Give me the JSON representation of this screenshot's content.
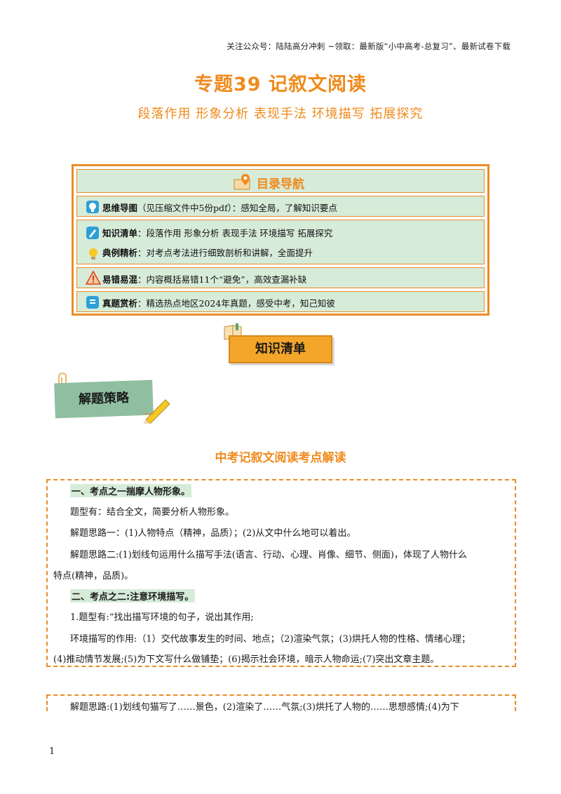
{
  "header_note": "关注公众号：陆陆高分冲刺 ~领取：最新版“小中高考-总复习”、最新试卷下载",
  "title": "专题39 记叙文阅读",
  "subtitle": "段落作用 形象分析 表现手法 环境描写 拓展探究",
  "toc": {
    "heading": "目录导航",
    "rows": [
      {
        "label": "思维导图",
        "text": "（见压缩文件中5份pdf）：感知全局，了解知识要点"
      },
      {
        "label": "知识清单",
        "text": "：段落作用 形象分析 表现手法 环境描写 拓展探究"
      },
      {
        "label": "典例精析",
        "text": "：对考点考法进行细致剖析和讲解，全面提升"
      },
      {
        "label": "易错易混",
        "text": "：内容概括易错11个“避免”，高效查漏补缺"
      },
      {
        "label": "真题赏析",
        "text": "：精选热点地区2024年真题，感受中考，知己知彼"
      }
    ]
  },
  "badge": "知识清单",
  "strategy_tag": "解题策略",
  "section_heading": "中考记叙文阅读考点解读",
  "content": {
    "kp1": "一、考点之一揣摩人物形象。",
    "p1": "题型有：结合全文，简要分析人物形象。",
    "p2": "解题思路一：(1)人物特点（精神，品质）；(2)从文中什么地可以着出。",
    "p3a": "解题思路二:(1)划线句运用什么描写手法(语言、行动、心理、肖像、细节、侧面)，体现了人物什么",
    "p3b": "特点(精神，品质)。",
    "kp2": "二、考点之二:注意环境描写。",
    "p4": "1.题型有:“找出描写环境的句子，说出其作用;",
    "p5a": "环境描写的作用:（1）交代故事发生的时间、地点；（2)渲染气氛；(3)烘托人物的性格、情绪心理；",
    "p5b": "(4)推动情节发展;(5)为下文写什么做铺垫；(6)揭示社会环境，暗示人物命运;(7)突出文章主题。",
    "p6": "解题思路:(1)划线句猫写了……景色，(2)渲染了……气氛;(3)烘托了人物的……思想感情;(4)为下"
  },
  "page_number": "1",
  "colors": {
    "accent": "#f08a1c",
    "toc_bg": "#d7ebd9",
    "tag_bg": "#8fbfa0"
  }
}
